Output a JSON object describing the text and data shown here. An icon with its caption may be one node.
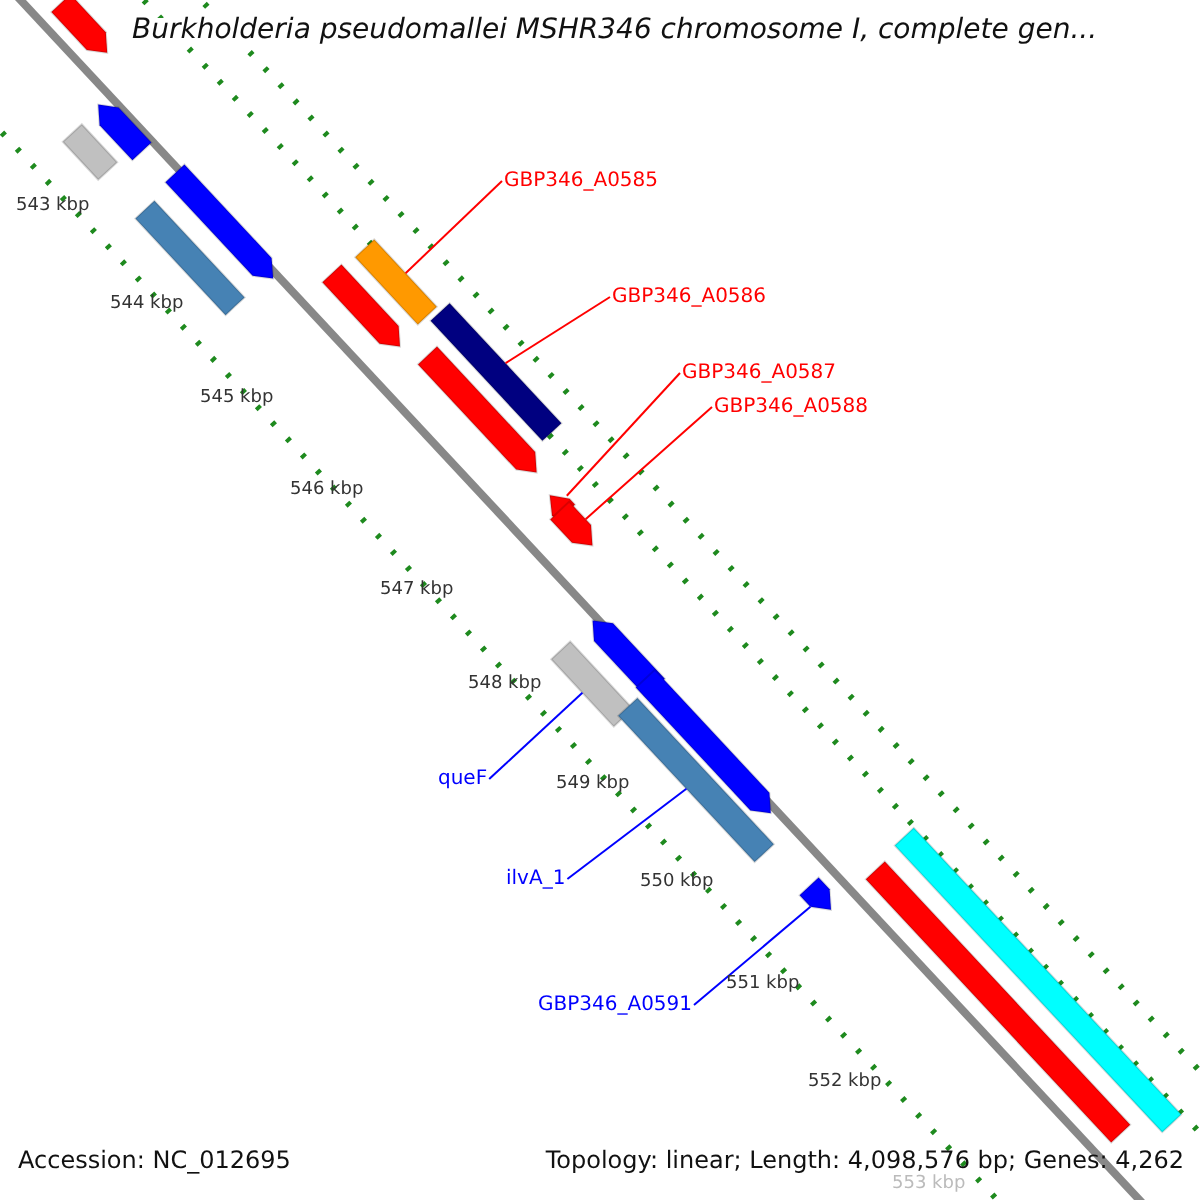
{
  "diagram": {
    "title": "Burkholderia pseudomallei MSHR346 chromosome I, complete gen...",
    "nodes": [
      {
        "text": [
          "GBP346_A0585"
        ]
      },
      {
        "text": [
          "GBP346_A0586"
        ]
      },
      {
        "text": [
          "GBP346_A0587"
        ]
      },
      {
        "text": [
          "GBP346_A0588"
        ]
      },
      {
        "text": [
          "queF"
        ]
      },
      {
        "text": [
          "ilvA_1"
        ]
      },
      {
        "text": [
          "GBP346_A0591"
        ]
      },
      {
        "text": [],
        "shape": "bar"
      },
      {
        "text": [],
        "shape": "bar"
      },
      {
        "text": [],
        "shape": "bar"
      },
      {
        "text": [],
        "shape": "bar"
      },
      {
        "text": [],
        "shape": "bar"
      },
      {
        "text": [],
        "shape": "bar"
      },
      {
        "text": [],
        "shape": "bar"
      },
      {
        "text": [],
        "shape": "bar"
      },
      {
        "text": [],
        "shape": "bar"
      },
      {
        "text": [],
        "shape": "bar"
      },
      {
        "text": [],
        "shape": "bar"
      },
      {
        "text": [],
        "shape": "bar"
      },
      {
        "text": [],
        "shape": "bar"
      },
      {
        "text": [],
        "shape": "bar"
      },
      {
        "text": [],
        "shape": "bar"
      },
      {
        "text": [],
        "shape": "bar"
      },
      {
        "text": [],
        "shape": "bar"
      },
      {
        "text": [],
        "shape": "bar"
      }
    ],
    "edges": [
      {
        "from": 0,
        "to": 7,
        "arrow": "none"
      },
      {
        "from": 1,
        "to": 8,
        "arrow": "none"
      },
      {
        "from": 2,
        "to": 9,
        "arrow": "none"
      },
      {
        "from": 3,
        "to": 10,
        "arrow": "none"
      },
      {
        "from": 4,
        "to": 11,
        "arrow": "none",
        "color": "#0000ff"
      },
      {
        "from": 5,
        "to": 12,
        "arrow": "none",
        "color": "#0000ff"
      },
      {
        "from": 6,
        "to": 13,
        "arrow": "none",
        "color": "#0000ff"
      }
    ],
    "labels": [
      "543 kbp",
      "544 kbp",
      "545 kbp",
      "546 kbp",
      "547 kbp",
      "548 kbp",
      "549 kbp",
      "550 kbp",
      "551 kbp",
      "552 kbp",
      "553 kbp",
      "Accession: NC_012695",
      "Topology: linear; Length: 4,098,576 bp; Genes: 4,262"
    ]
  }
}
